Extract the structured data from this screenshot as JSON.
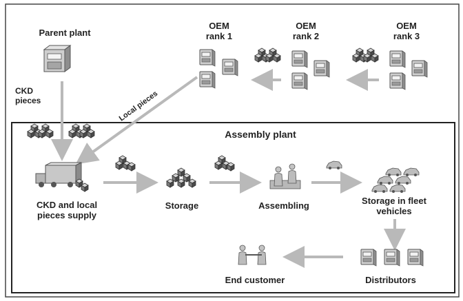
{
  "labels": {
    "parent_plant": "Parent plant",
    "ckd_pieces_line1": "CKD",
    "ckd_pieces_line2": "pieces",
    "local_pieces": "Local pieces",
    "oem1_line1": "OEM",
    "oem1_line2": "rank 1",
    "oem2_line1": "OEM",
    "oem2_line2": "rank 2",
    "oem3_line1": "OEM",
    "oem3_line2": "rank 3",
    "assembly_plant": "Assembly plant",
    "supply_line1": "CKD and local",
    "supply_line2": "pieces supply",
    "storage": "Storage",
    "assembling": "Assembling",
    "fleet_line1": "Storage in fleet",
    "fleet_line2": "vehicles",
    "distributors": "Distributors",
    "end_customer": "End customer"
  },
  "icons": {
    "parent_plant": "factory-icon",
    "oem": "machine-icon",
    "pieces": "boxes-icon",
    "supply": "truck-icon",
    "storage": "pallet-stack-icon",
    "assembling": "workers-icon",
    "fleet": "cars-icon",
    "distributors": "cabinet-icon",
    "end_customer": "handshake-icon"
  },
  "colors": {
    "arrow": "#b9b9b9",
    "frame": "#333333",
    "icon_fill": "#c8c8c8",
    "icon_stroke": "#555555"
  }
}
